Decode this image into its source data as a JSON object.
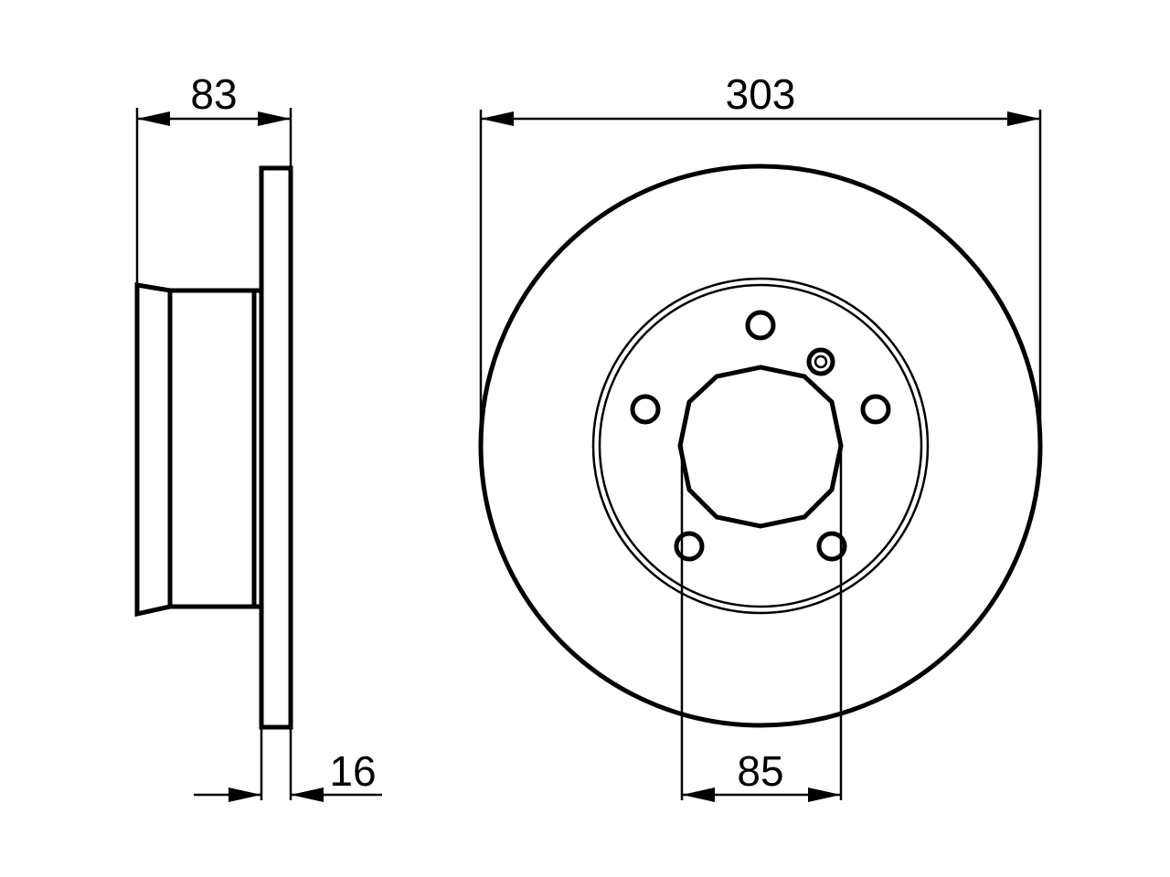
{
  "dimensions": {
    "hub_height": "83",
    "disc_diameter": "303",
    "disc_thickness": "16",
    "bolt_spacing": "85"
  },
  "colors": {
    "line": "#000000",
    "background": "#ffffff"
  }
}
